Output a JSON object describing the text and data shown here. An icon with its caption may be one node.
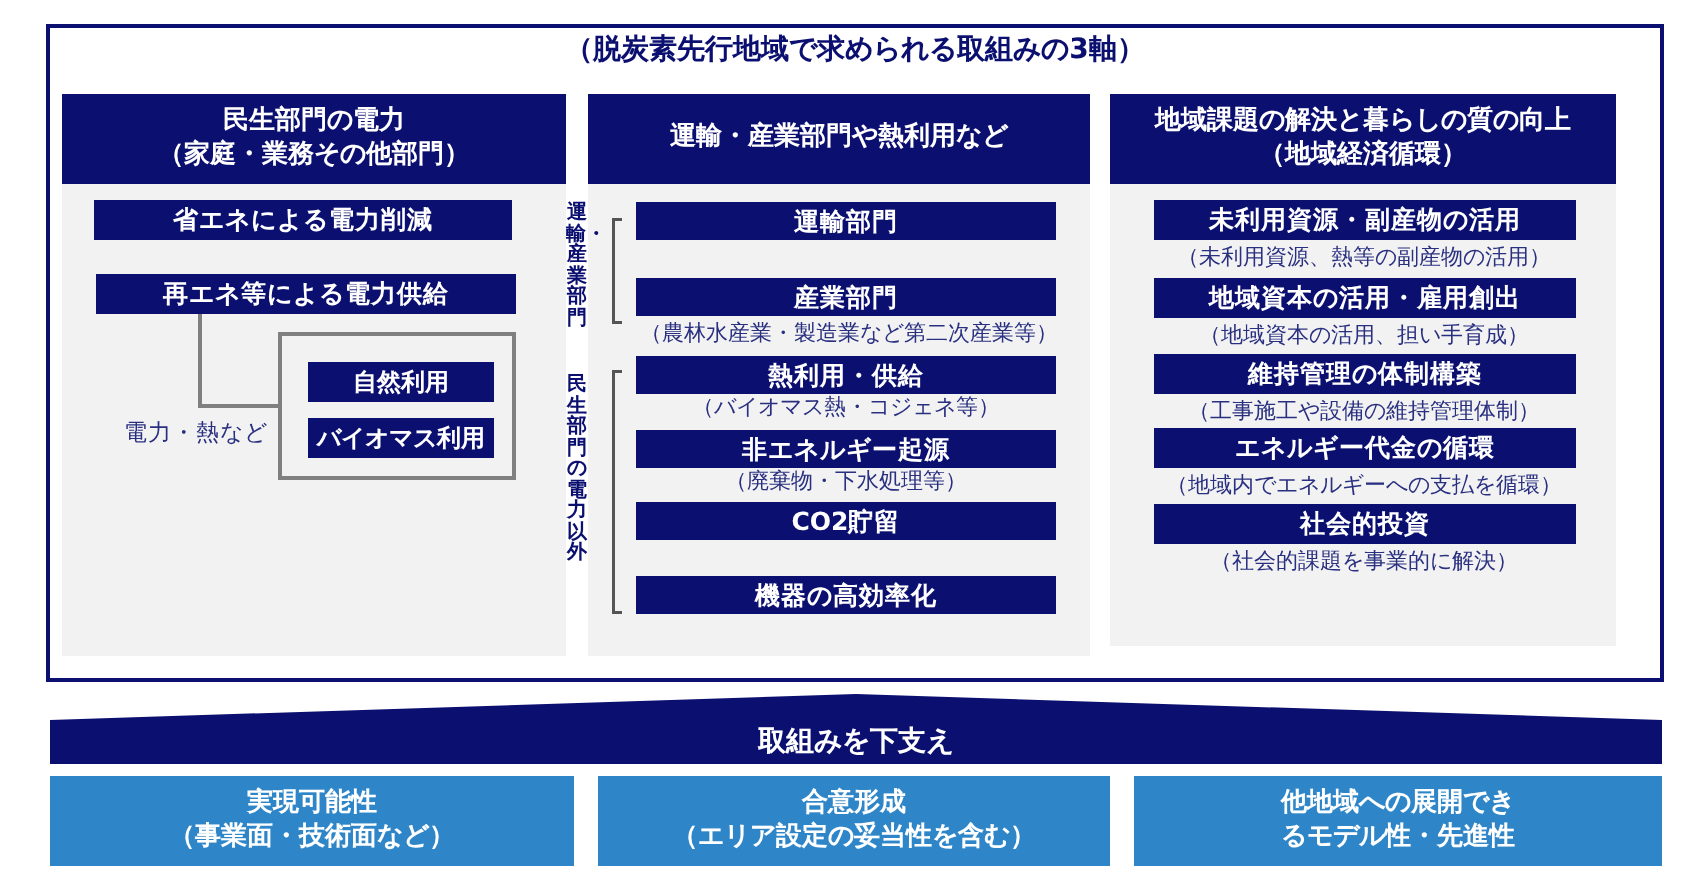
{
  "diagram": {
    "nodes": [
      {
        "text": [
          "（脱炭素先行地域で求められる取組みの3軸）"
        ]
      },
      {
        "text": [
          "民生部門の電力（家庭・業務その他部門）"
        ],
        "in": 0
      },
      {
        "text": [
          "省エネによる電力削減"
        ],
        "in": 1
      },
      {
        "text": [
          "再エネ等による電力供給"
        ],
        "in": 1
      },
      {
        "text": [],
        "shape": "box",
        "in": 1
      },
      {
        "text": [
          "自然利用"
        ],
        "in": 4
      },
      {
        "text": [
          "バイオマス利用"
        ],
        "in": 4
      },
      {
        "text": [
          "運輸・産業部門や熱利用など"
        ],
        "in": 0
      },
      {
        "text": [
          "運輸部門"
        ],
        "in": 7
      },
      {
        "text": [
          "産業部門"
        ],
        "in": 7,
        "beside": [
          "（農林水産業・製造業など第二次産業等）"
        ]
      },
      {
        "text": [
          "熱利用・供給"
        ],
        "in": 7,
        "beside": [
          "（バイオマス熱・コジェネ等）"
        ]
      },
      {
        "text": [
          "非エネルギー起源"
        ],
        "in": 7,
        "beside": [
          "（廃棄物・下水処理等）"
        ]
      },
      {
        "text": [
          "CO2貯留"
        ],
        "in": 7
      },
      {
        "text": [
          "機器の高効率化"
        ],
        "in": 7
      },
      {
        "text": [
          "地域課題の解決と暮らしの質の向上（地域経済循環）"
        ],
        "in": 0
      },
      {
        "text": [
          "未利用資源・副産物の活用"
        ],
        "in": 14,
        "beside": [
          "（未利用資源、熱等の副産物の活用）"
        ]
      },
      {
        "text": [
          "地域資本の活用・雇用創出"
        ],
        "in": 14,
        "beside": [
          "（地域資本の活用、担い手育成）"
        ]
      },
      {
        "text": [
          "維持管理の体制構築"
        ],
        "in": 14,
        "beside": [
          "（工事施工や設備の維持管理体制）"
        ]
      },
      {
        "text": [
          "エネルギー代金の循環"
        ],
        "in": 14,
        "beside": [
          "（地域内でエネルギーへの支払を循環）"
        ]
      },
      {
        "text": [
          "社会的投資"
        ],
        "in": 14,
        "beside": [
          "（社会的課題を事業的に解決）"
        ]
      },
      {
        "text": [
          "取組みを下支え"
        ]
      },
      {
        "text": [
          "実現可能性（事業面・技術面など）"
        ]
      },
      {
        "text": [
          "合意形成（エリア設定の妥当性を含む）"
        ]
      },
      {
        "text": [
          "他地域への展開できるモデル性・先進性"
        ]
      }
    ],
    "edges": [
      {
        "from": 3,
        "to": 4,
        "arrow": "none",
        "label": "電力・熱など"
      }
    ],
    "labels": [
      "運輸・産業部門",
      "民生部門の電力以外"
    ]
  }
}
